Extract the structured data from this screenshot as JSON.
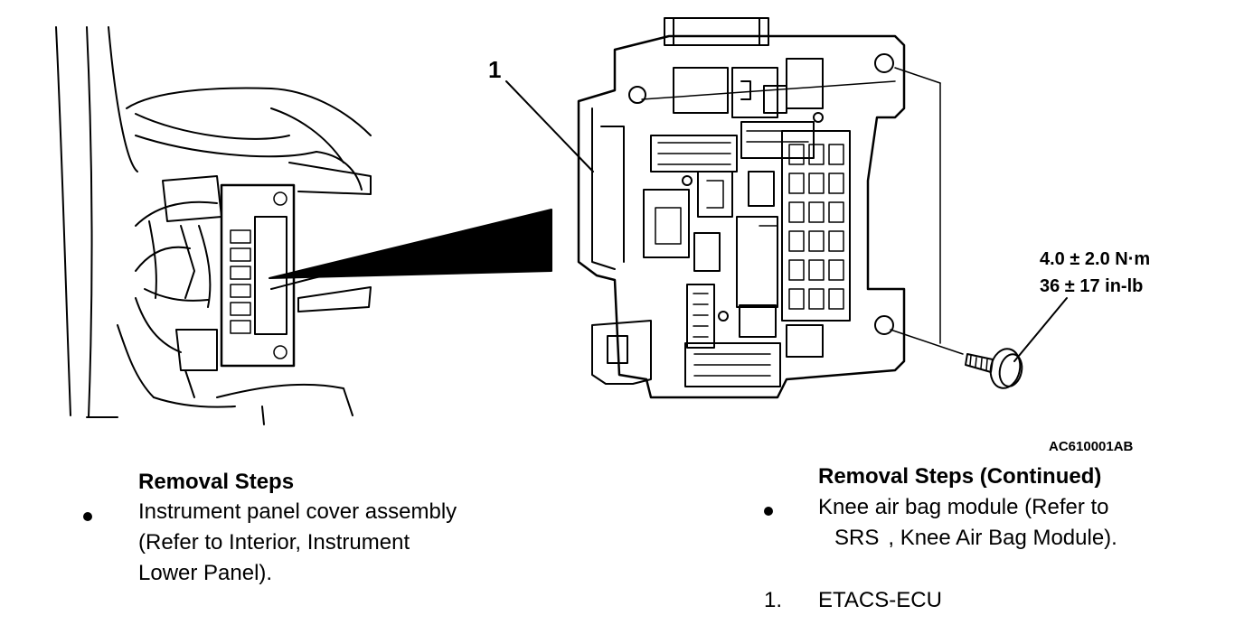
{
  "figure": {
    "callout_number": "1",
    "torque": {
      "line1": "4.0 ± 2.0 N·m",
      "line2": "36 ± 17 in-lb"
    },
    "figure_code": "AC610001AB"
  },
  "removal_steps": {
    "heading": "Removal Steps",
    "item1": {
      "line1": "Instrument panel cover assembly",
      "line2_prefix": "(Refer to ",
      "line2_link": "Interior",
      "line2_suffix": ", Instrument",
      "line3_link": "Lower Panel",
      "line3_suffix": ")."
    }
  },
  "removal_steps_continued": {
    "heading": "Removal Steps (Continued)",
    "item1": {
      "line1": "Knee air bag module (Refer to",
      "line2_link": "SRS",
      "line2_suffix": ", Knee Air Bag Module)."
    },
    "item2": {
      "number": "1.",
      "label": "ETACS-ECU"
    }
  }
}
